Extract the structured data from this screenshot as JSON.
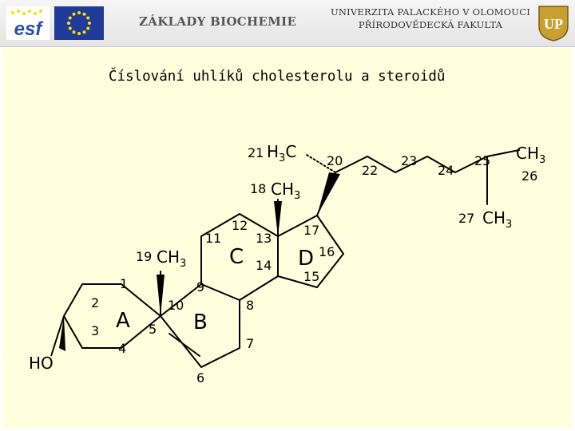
{
  "header": {
    "esf_logo_text": "esf",
    "title": "ZÁKLADY BIOCHEMIE",
    "university_line1": "UNIVERZITA PALACKÉHO V OLOMOUCI",
    "university_line2": "PŘÍRODOVĚDECKÁ FAKULTA",
    "upol_logo_text": "UP"
  },
  "colors": {
    "background": "#ffffdd",
    "header_bg": "#e8e8e8",
    "eu_blue": "#1f3b97",
    "eu_star": "#ffdd00",
    "esf_blue": "#2b4da8",
    "upol_gold": "#c8a030",
    "structure": "#000000"
  },
  "slide_title": "Číslování uhlíků cholesterolu a steroidů",
  "molecule": {
    "ring_labels": [
      "A",
      "B",
      "C",
      "D"
    ],
    "carbon_numbers": [
      "1",
      "2",
      "3",
      "4",
      "5",
      "6",
      "7",
      "8",
      "9",
      "10",
      "11",
      "12",
      "13",
      "14",
      "15",
      "16",
      "17",
      "20",
      "22",
      "23",
      "24",
      "25",
      "26"
    ],
    "number_21": "21",
    "number_18": "18",
    "number_19": "19",
    "number_27": "27",
    "ch3_main": "CH",
    "subscript_3": "3",
    "h3c_h": "H",
    "h3c_c": "C",
    "hydroxyl": "HO"
  }
}
